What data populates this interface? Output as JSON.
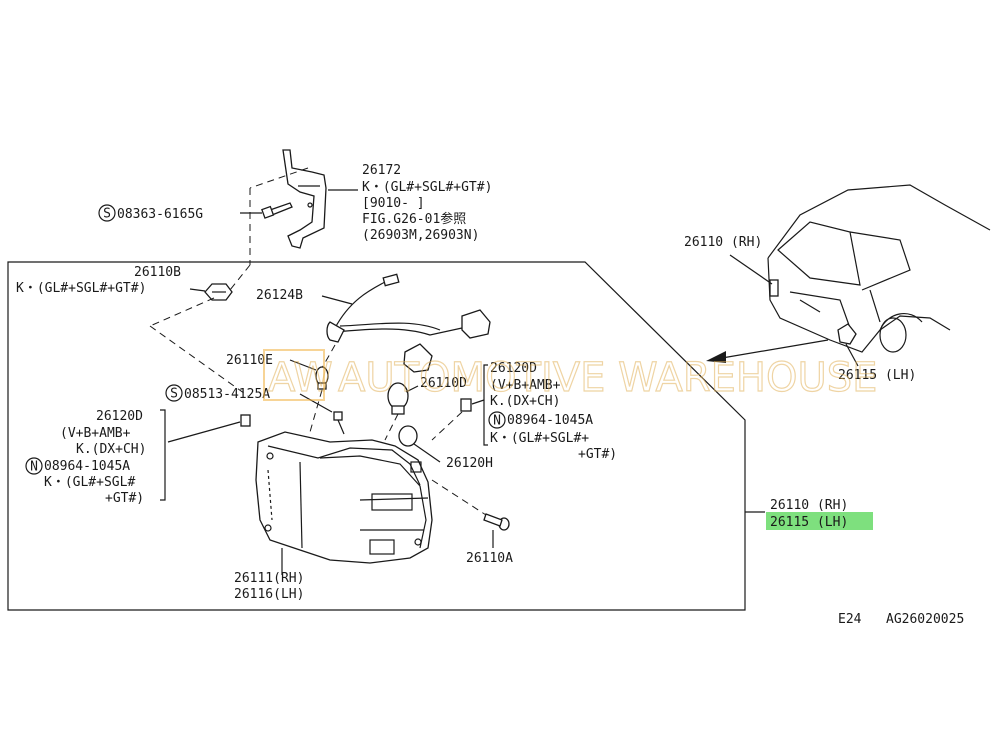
{
  "watermark": {
    "logo": "AW",
    "text": "AUTOMOTIVE WAREHOUSE"
  },
  "labels": {
    "p26172": "26172",
    "p26172_note1": "K・(GL#+SGL#+GT#)",
    "p26172_note2": "[9010-     ]",
    "p26172_note3": "FIG.G26-01参照",
    "p26172_note4": "(26903M,26903N)",
    "bolt_08363": "08363-6165G",
    "p26110b": "26110B",
    "p26110b_note": "K・(GL#+SGL#+GT#)",
    "p26124b": "26124B",
    "p26110e": "26110E",
    "screw_08513": "08513-4125A",
    "p26110d": "26110D",
    "p26120d_r": "26120D",
    "p26120d_r_note1": "(V+B+AMB+",
    "p26120d_r_note2": "K.(DX+CH)",
    "nut_08964_r": "08964-1045A",
    "p26120d_r_note3": "K・(GL#+SGL#+",
    "p26120d_r_note4": "+GT#)",
    "p26120d_l": "26120D",
    "p26120d_l_note1": "(V+B+AMB+",
    "p26120d_l_note2": "K.(DX+CH)",
    "nut_08964_l": "08964-1045A",
    "p26120d_l_note3": "K・(GL#+SGL#",
    "p26120d_l_note4": "+GT#)",
    "p26120h": "26120H",
    "p26110a": "26110A",
    "p26111": "26111(RH)",
    "p26116": "26116(LH)",
    "assy_rh": "26110 (RH)",
    "assy_lh": "26115 (LH)",
    "car_rh": "26110 (RH)",
    "car_lh": "26115 (LH)",
    "page_code": "E24",
    "figure_code": "AG26020025"
  },
  "symbols": {
    "standard_part": "S",
    "nut_part": "N"
  },
  "highlight": {
    "part": "26115 (LH)",
    "color": "#7ee07e"
  }
}
